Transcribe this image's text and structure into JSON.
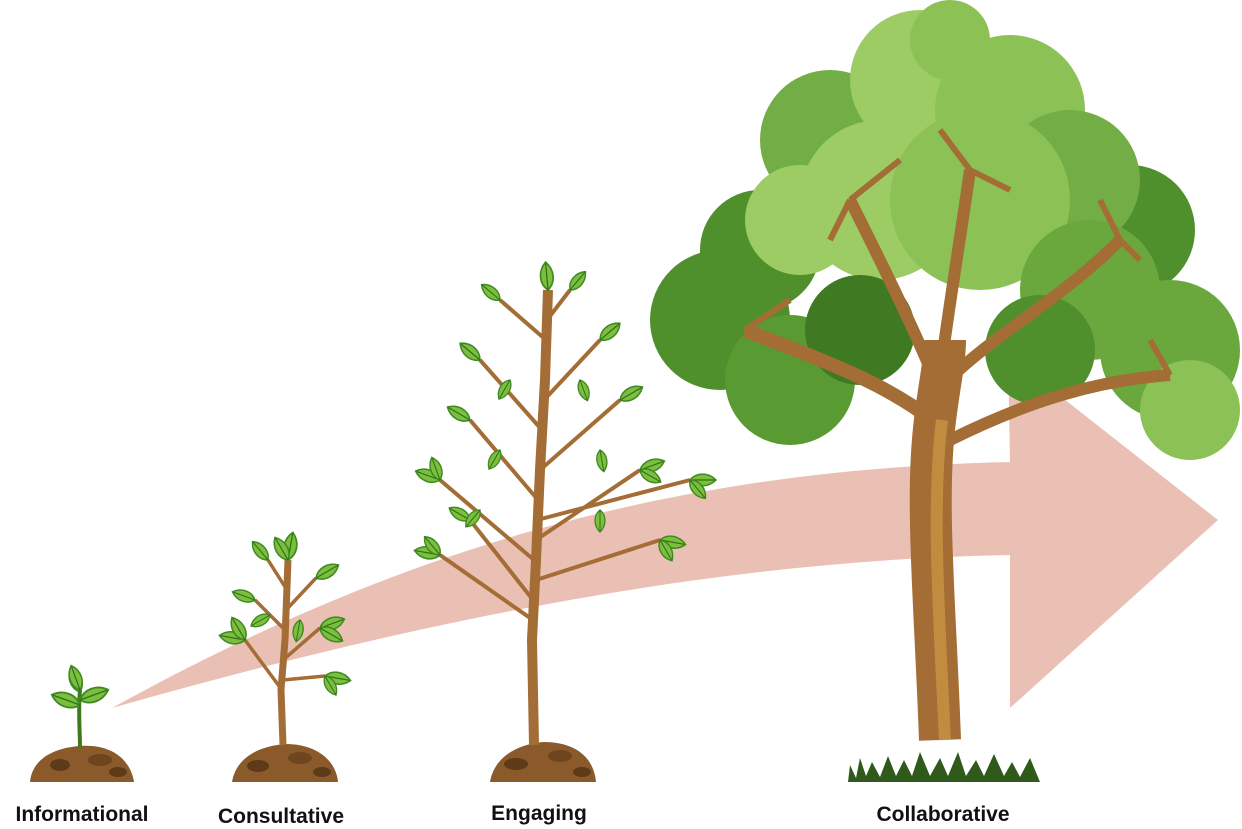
{
  "stages": [
    {
      "label": "Informational"
    },
    {
      "label": "Consultative"
    },
    {
      "label": "Engaging"
    },
    {
      "label": "Collaborative"
    }
  ],
  "colors": {
    "arrow": "#e8b9ad",
    "soil": "#8a5a2b",
    "soil_dark": "#5e3a18",
    "trunk": "#a36d35",
    "trunk_light": "#c99443",
    "leaf": "#7cbf3f",
    "leaf_dark": "#3e8a22",
    "canopy_dark": "#4f8f2c",
    "canopy_mid": "#72ae45",
    "canopy_light": "#9ccc63",
    "grass": "#2f5a1c"
  }
}
